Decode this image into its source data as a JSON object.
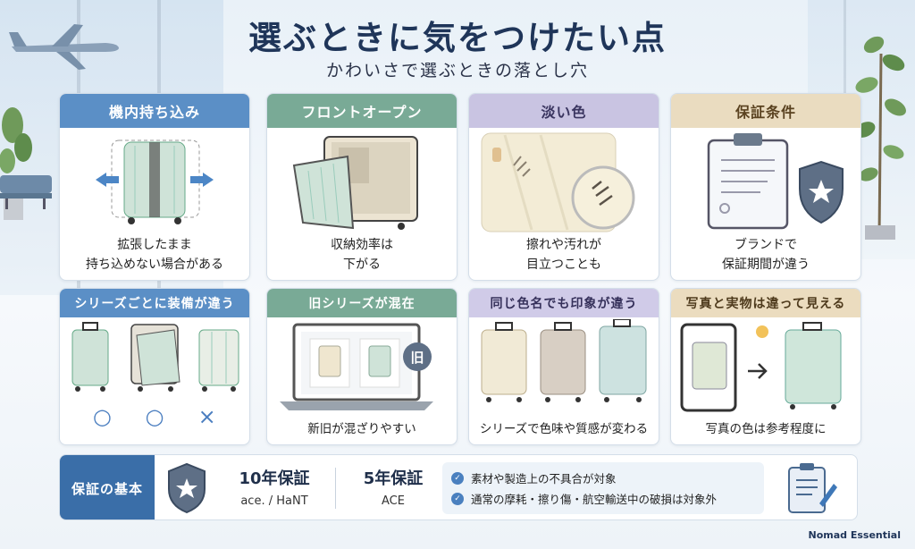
{
  "header": {
    "title": "選ぶときに気をつけたい点",
    "subtitle": "かわいさで選ぶときの落とし穴"
  },
  "cards_top": [
    {
      "heading": "機内持ち込み",
      "caption_1": "拡張したまま",
      "caption_2": "持ち込めない場合がある",
      "icon": "expanding-suitcase-icon"
    },
    {
      "heading": "フロントオープン",
      "caption_1": "収納効率は",
      "caption_2": "下がる",
      "icon": "front-open-suitcase-icon"
    },
    {
      "heading": "淡い色",
      "caption_1": "擦れや汚れが",
      "caption_2": "目立つことも",
      "icon": "scuffed-surface-icon"
    },
    {
      "heading": "保証条件",
      "caption_1": "ブランドで",
      "caption_2": "保証期間が違う",
      "icon": "clipboard-shield-icon"
    }
  ],
  "cards_bottom": [
    {
      "heading": "シリーズごとに装備が違う",
      "marks": [
        "○",
        "○",
        "×"
      ],
      "icon": "three-suitcases-icon"
    },
    {
      "heading": "旧シリーズが混在",
      "caption": "新旧が混ざりやすい",
      "badge": "旧",
      "icon": "laptop-listing-icon"
    },
    {
      "heading": "同じ色名でも印象が違う",
      "caption": "シリーズで色味や質感が変わる",
      "icon": "color-variants-icon"
    },
    {
      "heading": "写真と実物は違って見える",
      "caption": "写真の色は参考程度に",
      "icon": "photo-vs-real-icon"
    }
  ],
  "warranty": {
    "label": "保証の基本",
    "plan_a": {
      "title": "10年保証",
      "brands": "ace. / HaNT"
    },
    "plan_b": {
      "title": "5年保証",
      "brands": "ACE"
    },
    "notes": [
      "素材や製造上の不具合が対象",
      "通常の摩耗・擦り傷・航空輸送中の破損は対象外"
    ]
  },
  "brand": "Nomad Essential",
  "colors": {
    "title": "#1f3559",
    "blue": "#5b8fc6",
    "green": "#79aa96",
    "lavender": "#c9c4e2",
    "beige": "#eadcc0",
    "mint_case": "#cfe3d8"
  }
}
